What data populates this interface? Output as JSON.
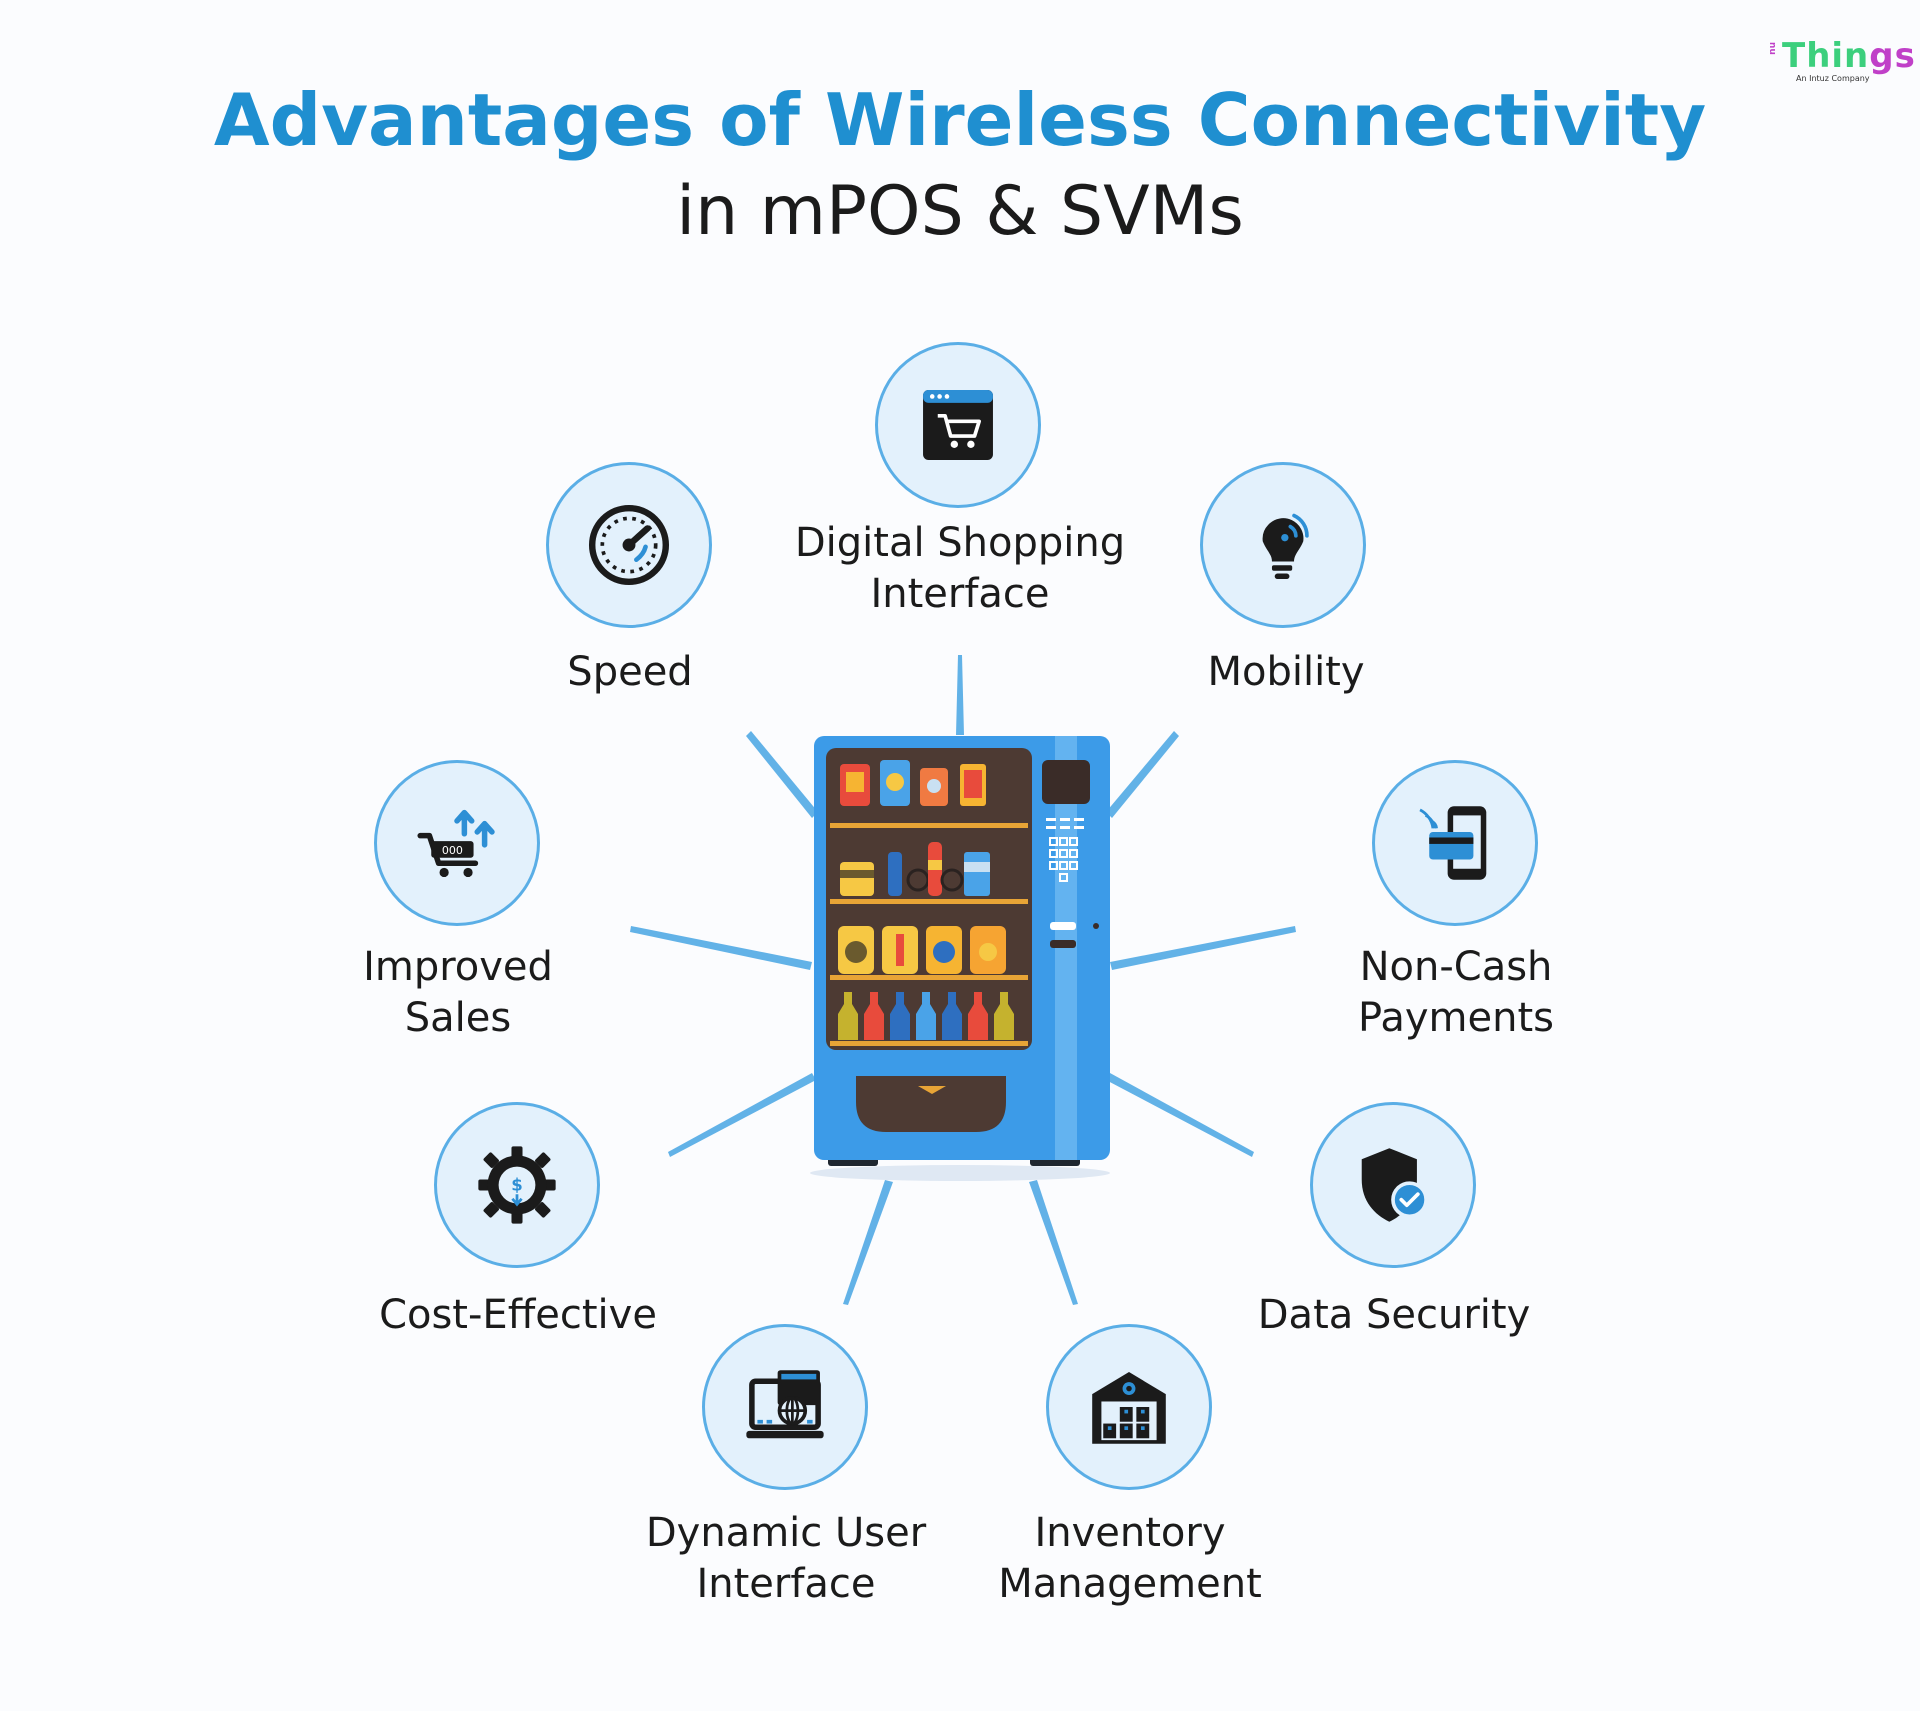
{
  "title": {
    "line1": "Advantages of Wireless Connectivity",
    "line2": "in mPOS & SVMs"
  },
  "logo": {
    "word_a": "Thin",
    "word_b": "gs",
    "prefix": "nu",
    "tagline": "An Intuz Company"
  },
  "colors": {
    "accent": "#1f8fd0",
    "circle_fill": "#e3f1fc",
    "circle_border": "#5aaee6",
    "machine_body": "#3c9be8",
    "icon": "#1b1b1b"
  },
  "center": {
    "icon": "vending-machine"
  },
  "benefits": [
    {
      "id": "digital-shopping",
      "icon": "shopping-cart-screen-icon",
      "line1": "Digital Shopping",
      "line2": "Interface"
    },
    {
      "id": "speed",
      "icon": "speedometer-icon",
      "line1": "Speed",
      "line2": ""
    },
    {
      "id": "mobility",
      "icon": "lightbulb-wifi-icon",
      "line1": "Mobility",
      "line2": ""
    },
    {
      "id": "improved-sales",
      "icon": "cart-arrows-up-icon",
      "line1": "Improved",
      "line2": "Sales"
    },
    {
      "id": "non-cash",
      "icon": "phone-card-icon",
      "line1": "Non-Cash",
      "line2": "Payments"
    },
    {
      "id": "cost-effective",
      "icon": "gear-dollar-icon",
      "line1": "Cost-Effective",
      "line2": ""
    },
    {
      "id": "data-security",
      "icon": "shield-check-icon",
      "line1": "Data Security",
      "line2": ""
    },
    {
      "id": "dynamic-ui",
      "icon": "laptop-globe-icon",
      "line1": "Dynamic User",
      "line2": "Interface"
    },
    {
      "id": "inventory",
      "icon": "warehouse-icon",
      "line1": "Inventory",
      "line2": "Management"
    }
  ]
}
